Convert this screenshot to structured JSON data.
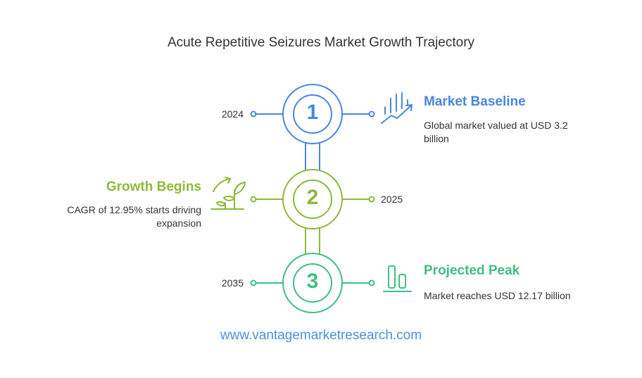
{
  "title": "Acute Repetitive Seizures Market Growth Trajectory",
  "colors": {
    "blue": "#4a86e0",
    "green": "#8cba3a",
    "teal": "#3fbf82",
    "text": "#333333"
  },
  "steps": [
    {
      "number": "1",
      "year": "2024",
      "heading": "Market Baseline",
      "description": "Global market valued at USD 3.2 billion",
      "icon": "bar-chart-growth-icon"
    },
    {
      "number": "2",
      "year": "2025",
      "heading": "Growth Begins",
      "description": "CAGR of 12.95% starts driving expansion",
      "icon": "plant-growth-icon"
    },
    {
      "number": "3",
      "year": "2035",
      "heading": "Projected Peak",
      "description": "Market reaches USD 12.17 billion",
      "icon": "bar-chart-icon"
    }
  ],
  "footer": "www.vantagemarketresearch.com"
}
